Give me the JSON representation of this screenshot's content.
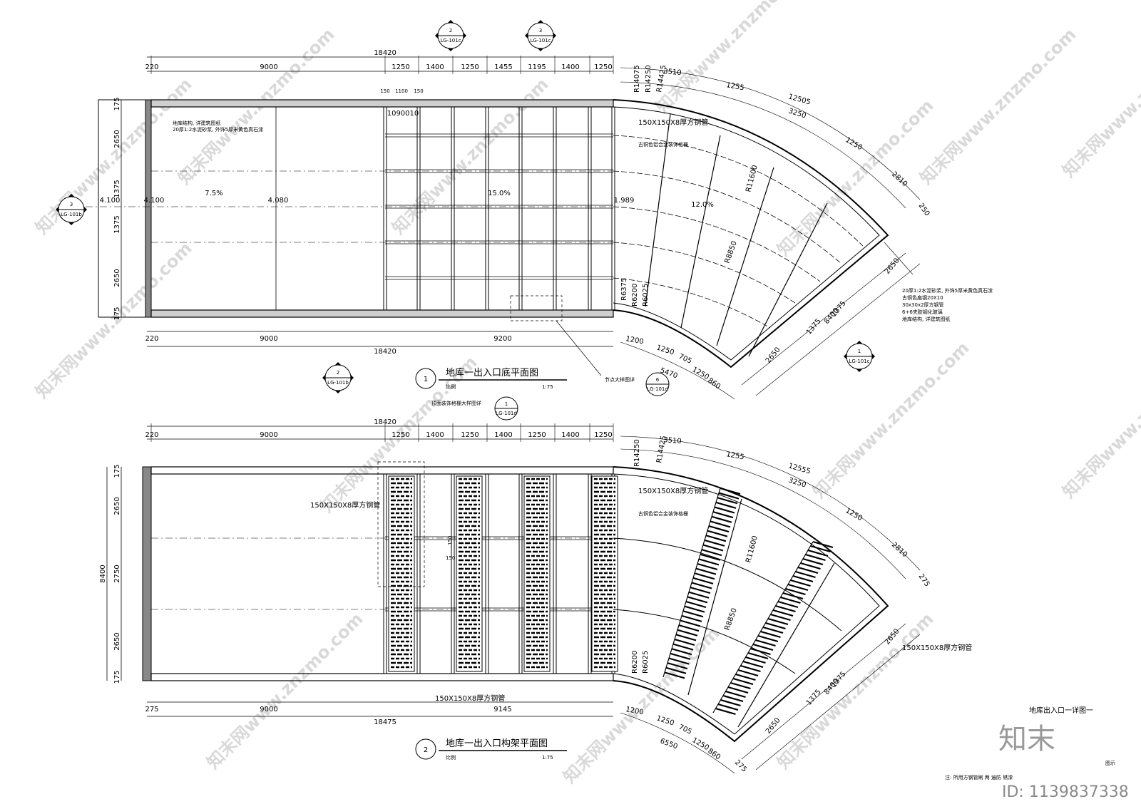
{
  "plan1": {
    "title": "地库一出入口底平面图",
    "number": "1",
    "scale_label": "比例",
    "scale": "1:75",
    "top_total": "18420",
    "top_dims": [
      "220",
      "9000",
      "1250",
      "1400",
      "1250",
      "1455",
      "1195",
      "1400",
      "1250"
    ],
    "bottom_total": "18420",
    "bottom_dims": [
      "220",
      "9000",
      "9200"
    ],
    "left_dims": [
      "175",
      "2650",
      "1375",
      "1375",
      "2650",
      "175"
    ],
    "slopes": [
      "7.5%",
      "15.0%",
      "12.0%"
    ],
    "levels": [
      "4.100",
      "4.100",
      "4.080",
      "1.989"
    ],
    "sub_dims": [
      "150",
      "1100",
      "150",
      "1090010"
    ],
    "radii": [
      "R14075",
      "R14250",
      "R14425",
      "R11600",
      "R8850",
      "R6375",
      "R6200",
      "R6025"
    ],
    "arc_dims_outer": [
      "3510",
      "1255",
      "12505",
      "3250",
      "1250",
      "2810",
      "250"
    ],
    "arc_dims_inner": [
      "1200",
      "1250",
      "705",
      "5470",
      "1250",
      "860"
    ],
    "right_dims": [
      "2650",
      "1375",
      "1375",
      "8400",
      "2650"
    ],
    "notes_left": [
      "地库结构, 详建筑图纸",
      "20厚1:2水泥砂浆, 外饰5厚米黄色真石漆"
    ],
    "steel_label": "150X150X8厚方钢管",
    "grille_label": "古铜色铝合金装饰格栅",
    "notes_right": [
      "20厚1:2水泥砂浆, 外饰5厚米黄色真石漆",
      "古铜色扁钢20X10",
      "30x30x2厚方钢管",
      "6+6夹胶钢化玻璃",
      "地库结构, 详建筑图纸"
    ],
    "detail_label": "节点大样图详",
    "sections": [
      {
        "num": "2",
        "ref": "LG-101c"
      },
      {
        "num": "3",
        "ref": "LG-101c"
      },
      {
        "num": "3",
        "ref": "LG-101b"
      },
      {
        "num": "2",
        "ref": "LG-101b"
      },
      {
        "num": "1",
        "ref": "LG-101c"
      },
      {
        "num": "6",
        "ref": "LG-101d"
      }
    ]
  },
  "plan2": {
    "title": "地库一出入口构架平面图",
    "number": "2",
    "scale_label": "比例",
    "scale": "1:75",
    "top_total": "18420",
    "top_dims": [
      "220",
      "9000",
      "1250",
      "1400",
      "1250",
      "1400",
      "1250",
      "1400",
      "1250"
    ],
    "bottom_total": "18475",
    "bottom_dims": [
      "275",
      "9000",
      "9145"
    ],
    "left_dims": [
      "175",
      "2650",
      "2750",
      "2650",
      "175"
    ],
    "left_total": "8400",
    "radii": [
      "R14250",
      "R14425",
      "R11600",
      "R8850",
      "R6200",
      "R6025"
    ],
    "arc_dims_outer": [
      "3510",
      "1255",
      "12555",
      "3250",
      "1250",
      "2810",
      "275"
    ],
    "arc_dims_inner": [
      "1200",
      "1250",
      "705",
      "6550",
      "1250",
      "860",
      "275"
    ],
    "right_dims": [
      "2650",
      "1375",
      "1375",
      "8400",
      "2650"
    ],
    "grille_detail_label": "顶面装饰格栅大样图详",
    "grille_detail_ref": {
      "num": "1",
      "ref": "LG-101d"
    },
    "steel_label": "150X150X8厚方钢管",
    "grille_label": "古铜色铝合金装饰格栅",
    "inner_dims": [
      "150",
      "150"
    ]
  },
  "sheet": {
    "title": "地库出入口一详图一",
    "legend_label": "图示",
    "legend_note": "注: 所用方钢管刷 两 遍防 锈漆",
    "brand": "知末",
    "id_text": "ID: 1139837338",
    "watermark": "知末网www.znzmo.com"
  }
}
